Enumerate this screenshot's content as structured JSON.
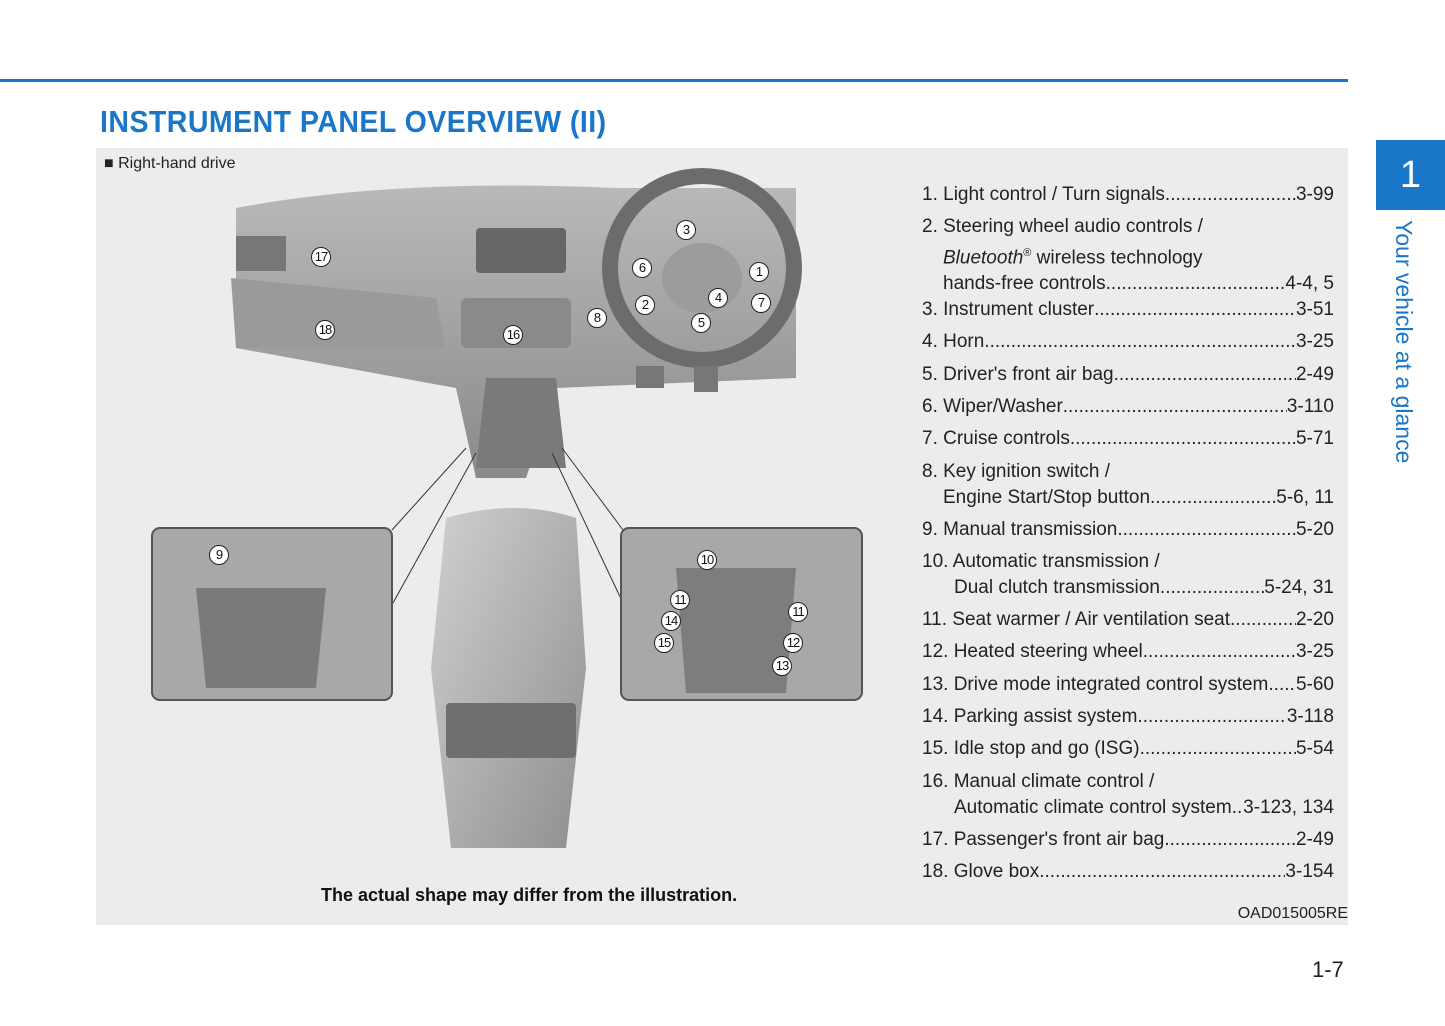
{
  "title": "INSTRUMENT PANEL OVERVIEW (II)",
  "subtitle": "■ Right-hand drive",
  "caption": "The actual shape may differ from the illustration.",
  "image_code": "OAD015005RE",
  "callouts": [
    "1",
    "2",
    "3",
    "4",
    "5",
    "6",
    "7",
    "8",
    "9",
    "10",
    "11",
    "12",
    "13",
    "14",
    "15",
    "16",
    "17",
    "18"
  ],
  "items": [
    {
      "lines": [
        {
          "text": "1. Light control / Turn signals",
          "page": "3-99"
        }
      ]
    },
    {
      "lines": [
        {
          "text": "2. Steering wheel audio controls /"
        },
        {
          "italic": "Bluetooth",
          "sup": "®",
          "text": " wireless technology"
        },
        {
          "text": "hands-free controls",
          "page": "4-4, 5"
        }
      ]
    },
    {
      "lines": [
        {
          "text": "3. Instrument cluster",
          "page": "3-51"
        }
      ]
    },
    {
      "lines": [
        {
          "text": "4. Horn",
          "page": "3-25"
        }
      ]
    },
    {
      "lines": [
        {
          "text": "5. Driver's front air bag",
          "page": "2-49"
        }
      ]
    },
    {
      "lines": [
        {
          "text": "6. Wiper/Washer",
          "page": "3-110"
        }
      ]
    },
    {
      "lines": [
        {
          "text": "7. Cruise controls",
          "page": "5-71"
        }
      ]
    },
    {
      "lines": [
        {
          "text": "8. Key ignition switch /"
        },
        {
          "text": "Engine Start/Stop button",
          "page": "5-6, 11"
        }
      ]
    },
    {
      "lines": [
        {
          "text": "9. Manual transmission",
          "page": "5-20"
        }
      ]
    },
    {
      "lines": [
        {
          "text": "10. Automatic transmission /"
        },
        {
          "text": "Dual clutch transmission",
          "page": "5-24, 31"
        }
      ]
    },
    {
      "lines": [
        {
          "text": "11. Seat warmer / Air ventilation seat",
          "page": "2-20"
        }
      ]
    },
    {
      "lines": [
        {
          "text": "12. Heated steering wheel",
          "page": "3-25"
        }
      ]
    },
    {
      "lines": [
        {
          "text": "13. Drive mode integrated control system",
          "page": "5-60"
        }
      ]
    },
    {
      "lines": [
        {
          "text": "14. Parking assist system",
          "page": "3-118"
        }
      ]
    },
    {
      "lines": [
        {
          "text": "15. Idle stop and go (ISG)",
          "page": "5-54"
        }
      ]
    },
    {
      "lines": [
        {
          "text": "16. Manual climate control /"
        },
        {
          "text": "Automatic climate control system",
          "page": "3-123, 134"
        }
      ]
    },
    {
      "lines": [
        {
          "text": "17. Passenger's front air bag",
          "page": "2-49"
        }
      ]
    },
    {
      "lines": [
        {
          "text": "18. Glove box",
          "page": "3-154"
        }
      ]
    }
  ],
  "side_tab": {
    "number": "1",
    "label": "Your vehicle at a glance"
  },
  "page_number": "1-7",
  "colors": {
    "accent": "#1976c8",
    "panel": "#ececec"
  }
}
